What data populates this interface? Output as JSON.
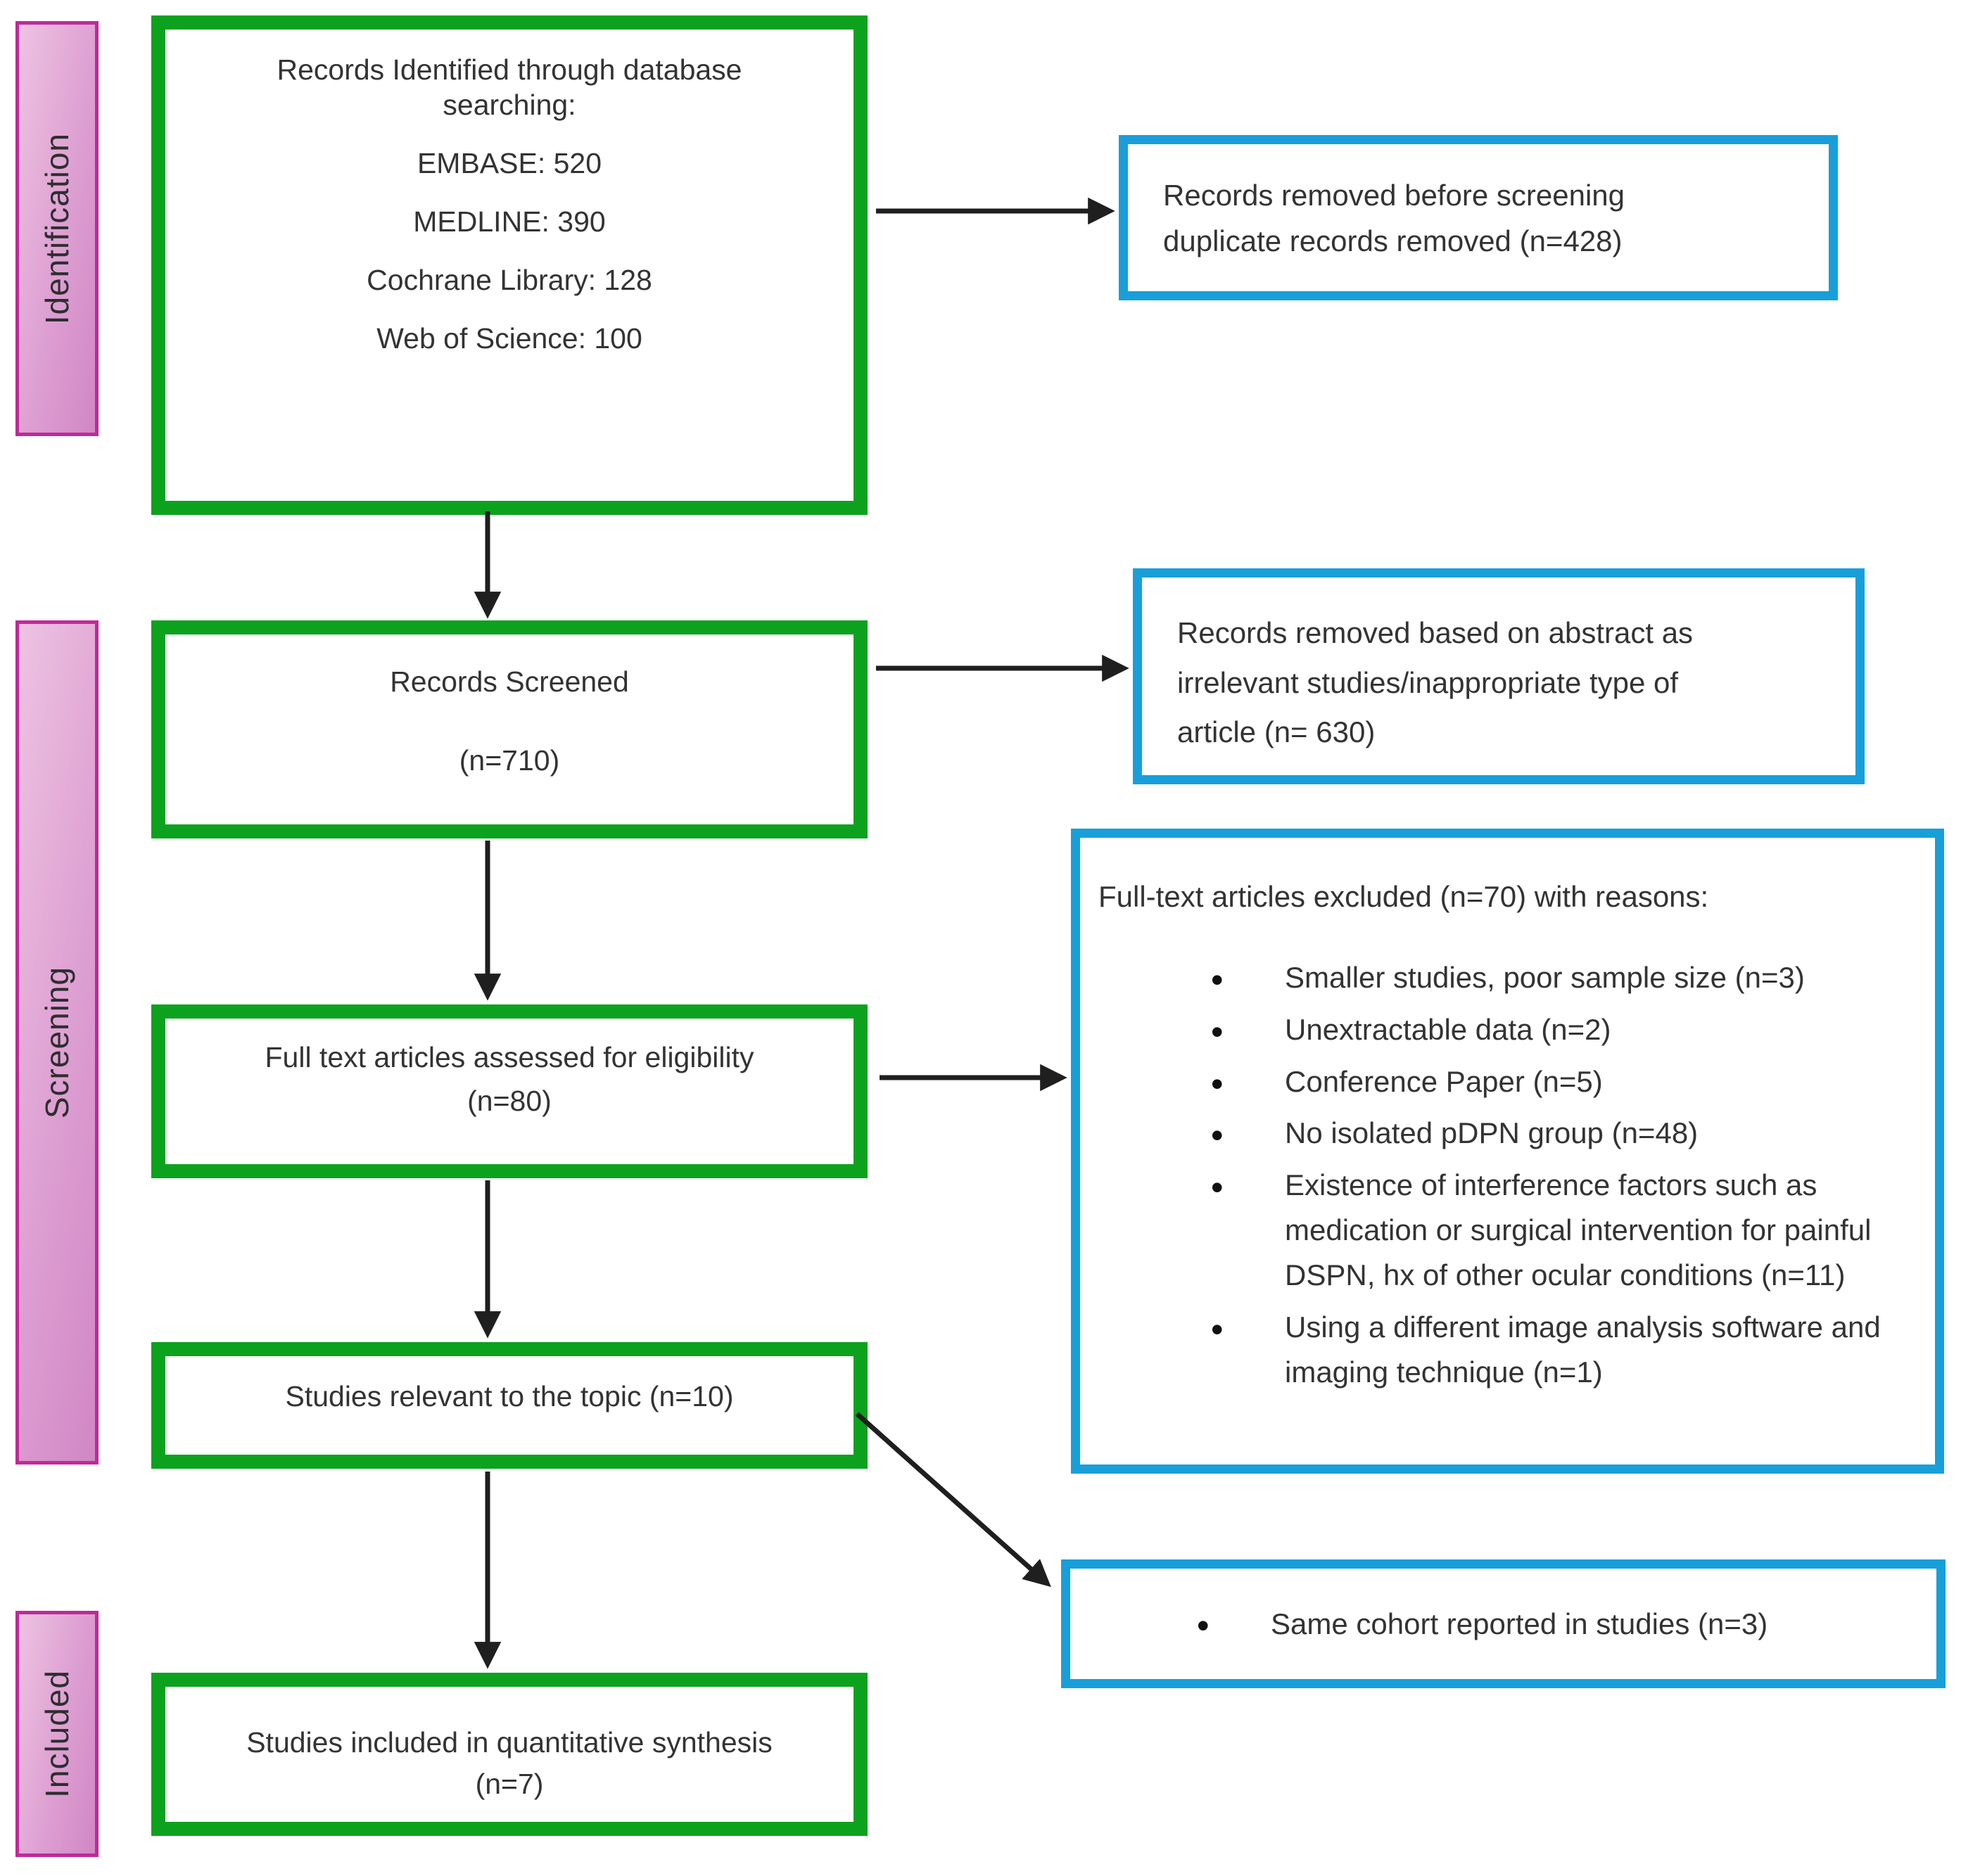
{
  "sidebar": {
    "identification": "Identification",
    "screening": "Screening",
    "included": "Included"
  },
  "boxes": {
    "identified": {
      "title": "Records Identified through database searching:",
      "sources": [
        "EMBASE: 520",
        "MEDLINE: 390",
        "Cochrane Library: 128",
        "Web of Science: 100"
      ]
    },
    "screened": {
      "title": "Records Screened",
      "count": "(n=710)"
    },
    "full_text": {
      "title": "Full text articles assessed for eligibility",
      "count": "(n=80)"
    },
    "relevant": {
      "title": "Studies relevant to the topic (n=10)"
    },
    "included_synthesis": {
      "title": "Studies included in quantitative synthesis (n=7)"
    }
  },
  "exclusions": {
    "removed_before_screening": {
      "line1": "Records removed before screening",
      "line2": "duplicate records removed (n=428)"
    },
    "removed_abstract": {
      "line1": "Records removed based on abstract as",
      "line2": "irrelevant studies/inappropriate type of",
      "line3": "article (n= 630)"
    },
    "full_text_excluded": {
      "title": "Full-text articles excluded (n=70) with reasons:",
      "reasons": [
        "Smaller studies, poor sample size (n=3)",
        "Unextractable data (n=2)",
        "Conference Paper (n=5)",
        "No isolated pDPN group (n=48)",
        "Existence of interference factors such as medication or surgical intervention for painful DSPN, hx of other ocular conditions (n=11)",
        "Using a different image analysis software and imaging technique (n=1)"
      ]
    },
    "same_cohort": {
      "reason": "Same cohort reported in studies (n=3)"
    }
  },
  "colors": {
    "green_border": "#0CA21E",
    "blue_border": "#189FD9",
    "pink_fill": "#DD9FD2",
    "pink_border": "#BF2A97",
    "arrow": "#1F1F1F"
  }
}
